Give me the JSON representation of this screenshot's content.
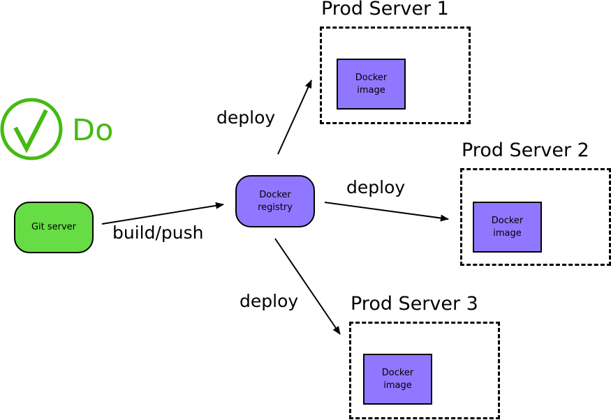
{
  "status": {
    "label": "Do",
    "icon": "check-circle-icon",
    "color": "#44bb11"
  },
  "nodes": {
    "git": {
      "label": "Git server",
      "color": "#66dd44"
    },
    "registry": {
      "line1": "Docker",
      "line2": "registry",
      "color": "#9077ff"
    }
  },
  "servers": [
    {
      "title": "Prod Server 1",
      "image_line1": "Docker",
      "image_line2": "image"
    },
    {
      "title": "Prod Server 2",
      "image_line1": "Docker",
      "image_line2": "image"
    },
    {
      "title": "Prod Server 3",
      "image_line1": "Docker",
      "image_line2": "image"
    }
  ],
  "edges": {
    "build_push": "build/push",
    "deploy_1": "deploy",
    "deploy_2": "deploy",
    "deploy_3": "deploy"
  }
}
